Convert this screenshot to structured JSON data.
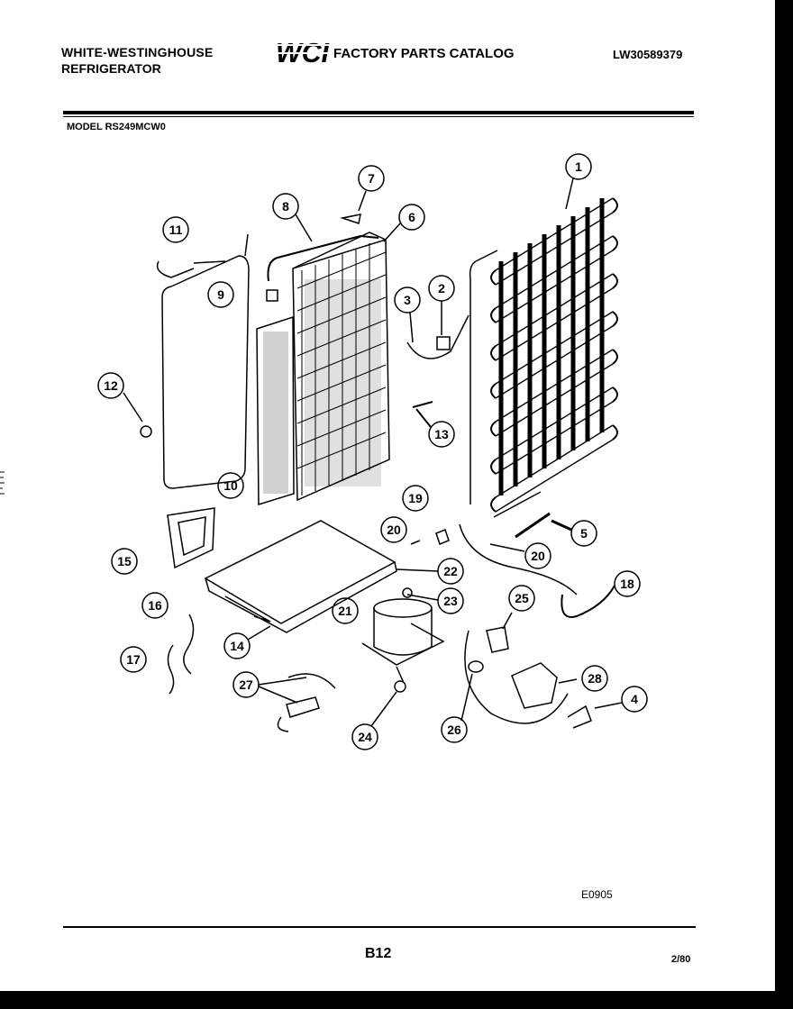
{
  "header": {
    "brand_line1": "WHITE-WESTINGHOUSE",
    "brand_line2": "REFRIGERATOR",
    "logo_text": "WCI",
    "catalog_title": "FACTORY PARTS CATALOG",
    "document_number": "LW30589379"
  },
  "model_label": "MODEL RS249MCW0",
  "callouts": [
    "1",
    "2",
    "3",
    "4",
    "5",
    "6",
    "7",
    "8",
    "9",
    "10",
    "11",
    "12",
    "13",
    "15",
    "16",
    "17",
    "18",
    "19",
    "20",
    "20",
    "21",
    "22",
    "23",
    "24",
    "25",
    "26",
    "27",
    "28",
    "14"
  ],
  "footer": {
    "figure_code": "E0905",
    "page": "B12",
    "date": "2/80"
  }
}
